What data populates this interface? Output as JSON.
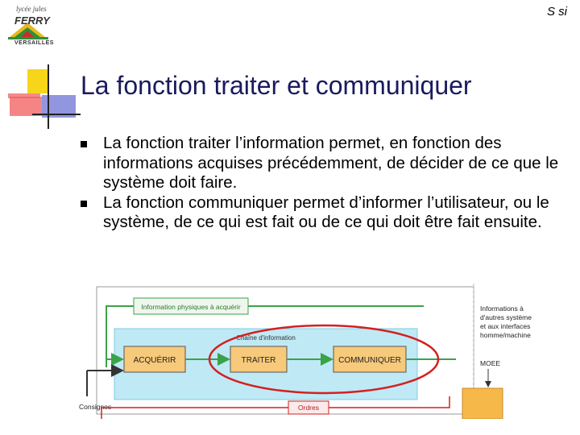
{
  "header": {
    "logo_top": "lycée jules",
    "logo_name": "FERRY",
    "logo_city": "VERSAILLES",
    "corner_label": "S si"
  },
  "slide": {
    "title": "La fonction traiter et communiquer",
    "bullets": [
      "La fonction traiter l’information permet, en fonction des informations acquises précédemment, de décider de ce que le système doit faire.",
      "La fonction communiquer permet d’informer l’utilisateur, ou le système, de ce qui est fait ou de ce qui doit être fait ensuite."
    ]
  },
  "diagram": {
    "info_label": "Information physiques à acquérir",
    "chain_label": "Chaîne d'information",
    "blocks": [
      "ACQUÉRIR",
      "TRAITER",
      "COMMUNIQUER"
    ],
    "right_text": [
      "Informations à",
      "d'autres système",
      "et aux interfaces",
      "homme/machine"
    ],
    "moee": "MOEE",
    "consignes": "Consignes",
    "ordres": "Ordres",
    "colors": {
      "chain_bg": "#bfe9f5",
      "block_fill": "#f7c97a",
      "arrow_green": "#3aa34a",
      "highlight_red": "#d32020"
    }
  }
}
